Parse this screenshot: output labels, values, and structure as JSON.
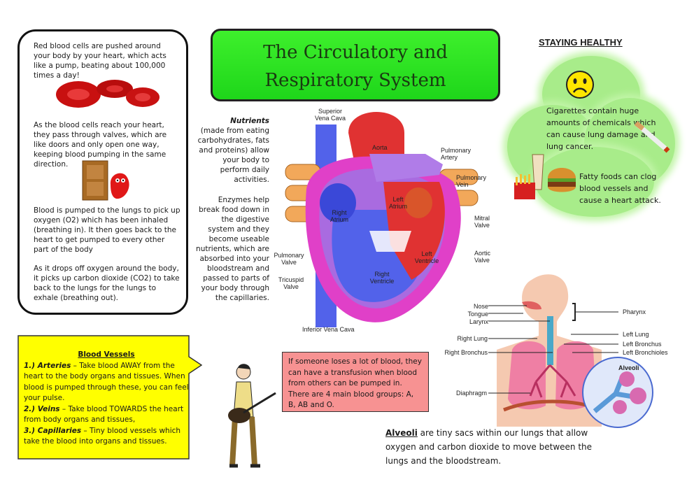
{
  "title": {
    "line1": "The Circulatory and",
    "line2": "Respiratory System"
  },
  "left_panel": {
    "p1": "Red blood cells are pushed around your body by your heart, which acts like a pump, beating about 100,000 times a day!",
    "p2": "As the blood cells reach your heart, they pass through valves, which are like doors and only open one way, keeping blood pumping in the same direction.",
    "p3": "Blood is pumped to the lungs to pick up oxygen (O2) which has been inhaled (breathing in). It then goes back to the heart to get pumped to every other part of the body",
    "p4": "As it drops off oxygen around the body, it picks up carbon dioxide (CO2) to take back to the lungs for the lungs to exhale (breathing out)."
  },
  "nutrients": {
    "heading": "Nutrients",
    "p1": "(made from eating carbohydrates, fats and proteins) allow your body to perform daily activities.",
    "p2": "Enzymes help break food down in the digestive system and they become useable nutrients, which are absorbed into your bloodstream and passed to parts of your body through the capillaries."
  },
  "heart_labels": {
    "superior": "Superior Vena Cava",
    "aorta": "Aorta",
    "pulm_artery": "Pulmonary Artery",
    "pulm_vein": "Pulmonary Vein",
    "left_atrium": "Left Atrium",
    "right_atrium": "Right Atrium",
    "mitral": "Mitral Valve",
    "aortic": "Aortic Valve",
    "left_ventricle": "Left Ventricle",
    "right_ventricle": "Right Ventricle",
    "pulm_valve": "Pulmonary Valve",
    "tricuspid": "Tricuspid Valve",
    "inferior": "Inferior Vena Cava"
  },
  "healthy": {
    "title": "STAYING HEALTHY",
    "cigarettes": "Cigarettes contain huge amounts of chemicals which can cause lung damage and lung cancer.",
    "fatty": "Fatty foods can clog blood vessels  and cause a heart attack."
  },
  "lung_labels": {
    "nose": "Nose",
    "tongue": "Tongue",
    "larynx": "Larynx",
    "pharynx": "Pharynx",
    "right_lung": "Right Lung",
    "left_lung": "Left Lung",
    "right_bronchus": "Right Bronchus",
    "left_bronchus": "Left Bronchus",
    "left_bronchioles": "Left Bronchioles",
    "diaphragm": "Diaphragm",
    "alveoli": "Alveoli"
  },
  "vessels": {
    "title": "Blood Vessels",
    "arteries_term": "1.) Arteries",
    "arteries": " – Take blood AWAY from the heart to the body organs and tissues. When blood is pumped through these, you can feel your pulse.",
    "veins_term": "2.) Veins",
    "veins": " – Take blood TOWARDS the heart from body organs and tissues,",
    "capillaries_term": "3.) Capillaries",
    "capillaries": " – Tiny blood vessels which take the blood into organs and tissues."
  },
  "transfusion": "If someone loses a lot of blood, they can have a transfusion when blood from others can be pumped in. There are 4 main blood groups: A, B, AB and O.",
  "alveoli_note": {
    "term": "Alveoli",
    "text": " are tiny sacs within our lungs that allow oxygen and carbon dioxide to move between the lungs and the bloodstream."
  },
  "colors": {
    "title_green": "#22dd1e",
    "callout_yellow": "#ffff00",
    "transfusion_pink": "#f79292",
    "cloud_green": "#a8ec8a",
    "blood_red": "#d81818",
    "vein_blue": "#4a5ae8",
    "heart_red": "#e03232",
    "heart_pink": "#e040c8"
  }
}
